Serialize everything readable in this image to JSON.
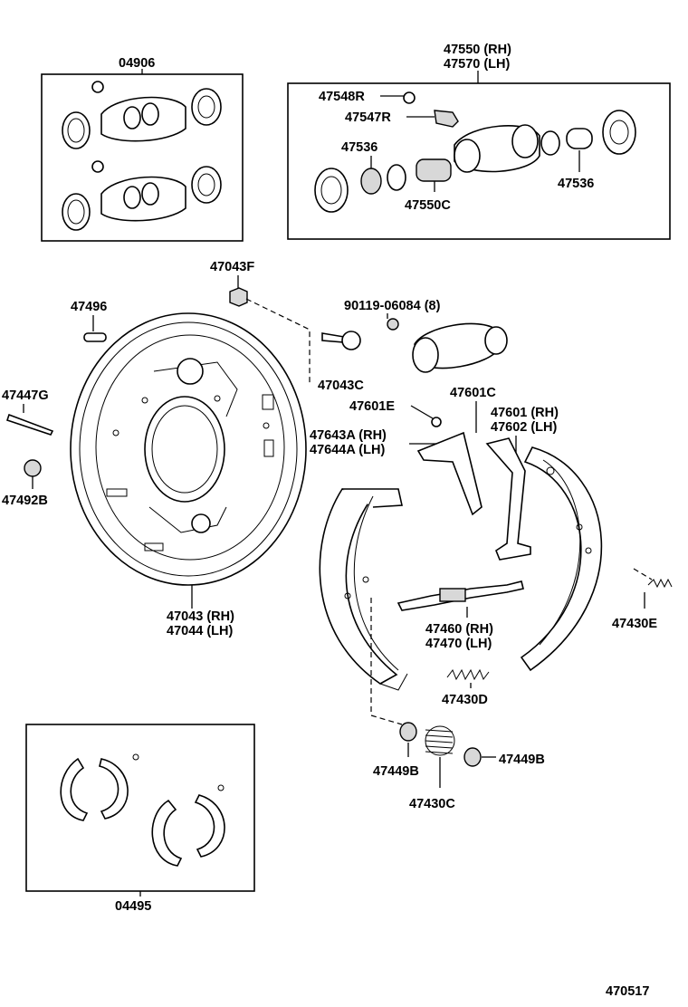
{
  "diagram_id": "470517",
  "labels": {
    "kit_04906": "04906",
    "cyl_rh": "47550 (RH)",
    "cyl_lh": "47570 (LH)",
    "p47548r": "47548R",
    "p47547r": "47547R",
    "p47536a": "47536",
    "p47536b": "47536",
    "p47550c": "47550C",
    "p47043f": "47043F",
    "p47496": "47496",
    "p90119": "90119-06084 (8)",
    "p47043c": "47043C",
    "p47447g": "47447G",
    "p47492b": "47492B",
    "p47601e": "47601E",
    "p47601c": "47601C",
    "p47643a": "47643A (RH)",
    "p47644a": "47644A (LH)",
    "p47601": "47601 (RH)",
    "p47602": "47602 (LH)",
    "plate_rh": "47043 (RH)",
    "plate_lh": "47044 (LH)",
    "adj_rh": "47460 (RH)",
    "adj_lh": "47470 (LH)",
    "p47430e": "47430E",
    "p47430d": "47430D",
    "p47449b_a": "47449B",
    "p47449b_b": "47449B",
    "p47430c": "47430C",
    "kit_04495": "04495"
  }
}
